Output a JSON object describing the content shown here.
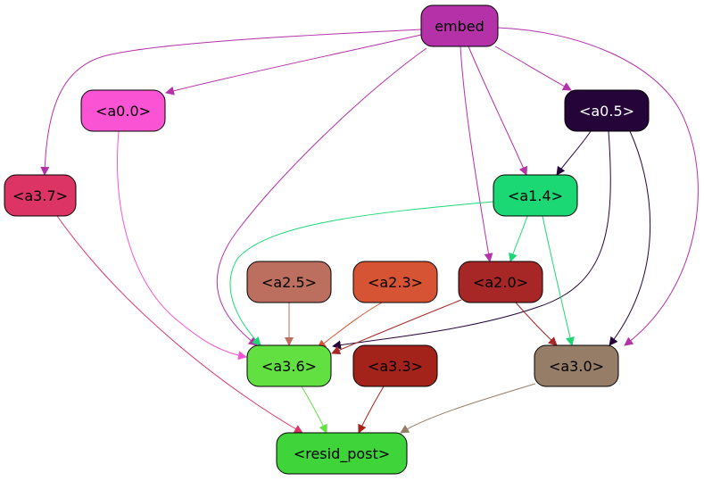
{
  "diagram": {
    "nodes": [
      {
        "id": "embed",
        "label": "embed",
        "fill": "#b531a8",
        "text": "#000000"
      },
      {
        "id": "a0_0",
        "label": "<a0.0>",
        "fill": "#fa53d3",
        "text": "#000000"
      },
      {
        "id": "a0_5",
        "label": "<a0.5>",
        "fill": "#25043a",
        "text": "#ffffff"
      },
      {
        "id": "a3_7",
        "label": "<a3.7>",
        "fill": "#dc3465",
        "text": "#000000"
      },
      {
        "id": "a1_4",
        "label": "<a1.4>",
        "fill": "#1cd874",
        "text": "#000000"
      },
      {
        "id": "a2_5",
        "label": "<a2.5>",
        "fill": "#bc6f5e",
        "text": "#000000"
      },
      {
        "id": "a2_3",
        "label": "<a2.3>",
        "fill": "#d65333",
        "text": "#000000"
      },
      {
        "id": "a2_0",
        "label": "<a2.0>",
        "fill": "#a72726",
        "text": "#000000"
      },
      {
        "id": "a3_6",
        "label": "<a3.6>",
        "fill": "#62e042",
        "text": "#000000"
      },
      {
        "id": "a3_3",
        "label": "<a3.3>",
        "fill": "#a3221a",
        "text": "#000000"
      },
      {
        "id": "a3_0",
        "label": "<a3.0>",
        "fill": "#967d67",
        "text": "#000000"
      },
      {
        "id": "resid_post",
        "label": "<resid_post>",
        "fill": "#3ed43a",
        "text": "#000000"
      }
    ],
    "edges": [
      {
        "from": "embed",
        "to": "a0_0",
        "color": "#b531a8"
      },
      {
        "from": "embed",
        "to": "a0_5",
        "color": "#b531a8"
      },
      {
        "from": "embed",
        "to": "a3_7",
        "color": "#b531a8"
      },
      {
        "from": "embed",
        "to": "a1_4",
        "color": "#b531a8"
      },
      {
        "from": "embed",
        "to": "a2_0",
        "color": "#b531a8"
      },
      {
        "from": "embed",
        "to": "a3_6",
        "color": "#b531a8"
      },
      {
        "from": "embed",
        "to": "a3_0",
        "color": "#b531a8"
      },
      {
        "from": "a0_5",
        "to": "a1_4",
        "color": "#25043a"
      },
      {
        "from": "a0_5",
        "to": "a3_6",
        "color": "#25043a"
      },
      {
        "from": "a0_5",
        "to": "a3_0",
        "color": "#25043a"
      },
      {
        "from": "a1_4",
        "to": "a2_0",
        "color": "#1cd874"
      },
      {
        "from": "a1_4",
        "to": "a3_0",
        "color": "#1cd874"
      },
      {
        "from": "a1_4",
        "to": "a3_6",
        "color": "#1cd874"
      },
      {
        "from": "a0_0",
        "to": "a3_6",
        "color": "#fa53d3"
      },
      {
        "from": "a2_5",
        "to": "a3_6",
        "color": "#bc6f5e"
      },
      {
        "from": "a2_3",
        "to": "a3_6",
        "color": "#d65333"
      },
      {
        "from": "a2_0",
        "to": "a3_6",
        "color": "#a72726"
      },
      {
        "from": "a2_0",
        "to": "a3_0",
        "color": "#a72726"
      },
      {
        "from": "a3_7",
        "to": "resid_post",
        "color": "#dc3465"
      },
      {
        "from": "a3_6",
        "to": "resid_post",
        "color": "#62e042"
      },
      {
        "from": "a3_3",
        "to": "resid_post",
        "color": "#a3221a"
      },
      {
        "from": "a3_0",
        "to": "resid_post",
        "color": "#967d67"
      }
    ]
  }
}
